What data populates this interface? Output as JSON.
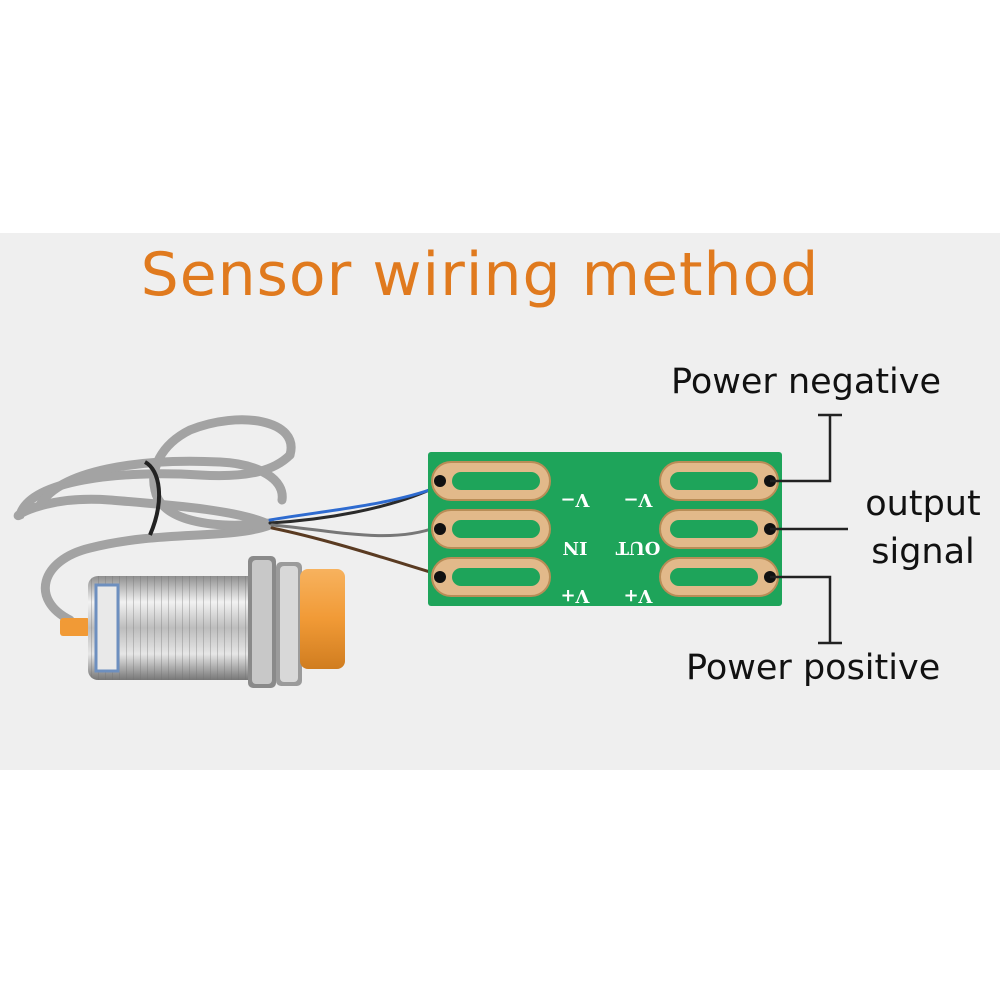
{
  "title": "Sensor wiring method",
  "labels": {
    "power_negative": "Power negative",
    "output_signal_line1": "output",
    "output_signal_line2": "signal",
    "power_positive": "Power positive"
  },
  "board": {
    "left_pins": [
      "V−",
      "IN",
      "V+"
    ],
    "right_pins": [
      "V−",
      "OUT",
      "V+"
    ]
  },
  "colors": {
    "title": "#e07a1e",
    "pcb": "#1ea45a",
    "pad": "#e2b98a",
    "sensor_cap": "#f19a36",
    "cable": "#9a9a9a",
    "panel": "#efefef"
  }
}
